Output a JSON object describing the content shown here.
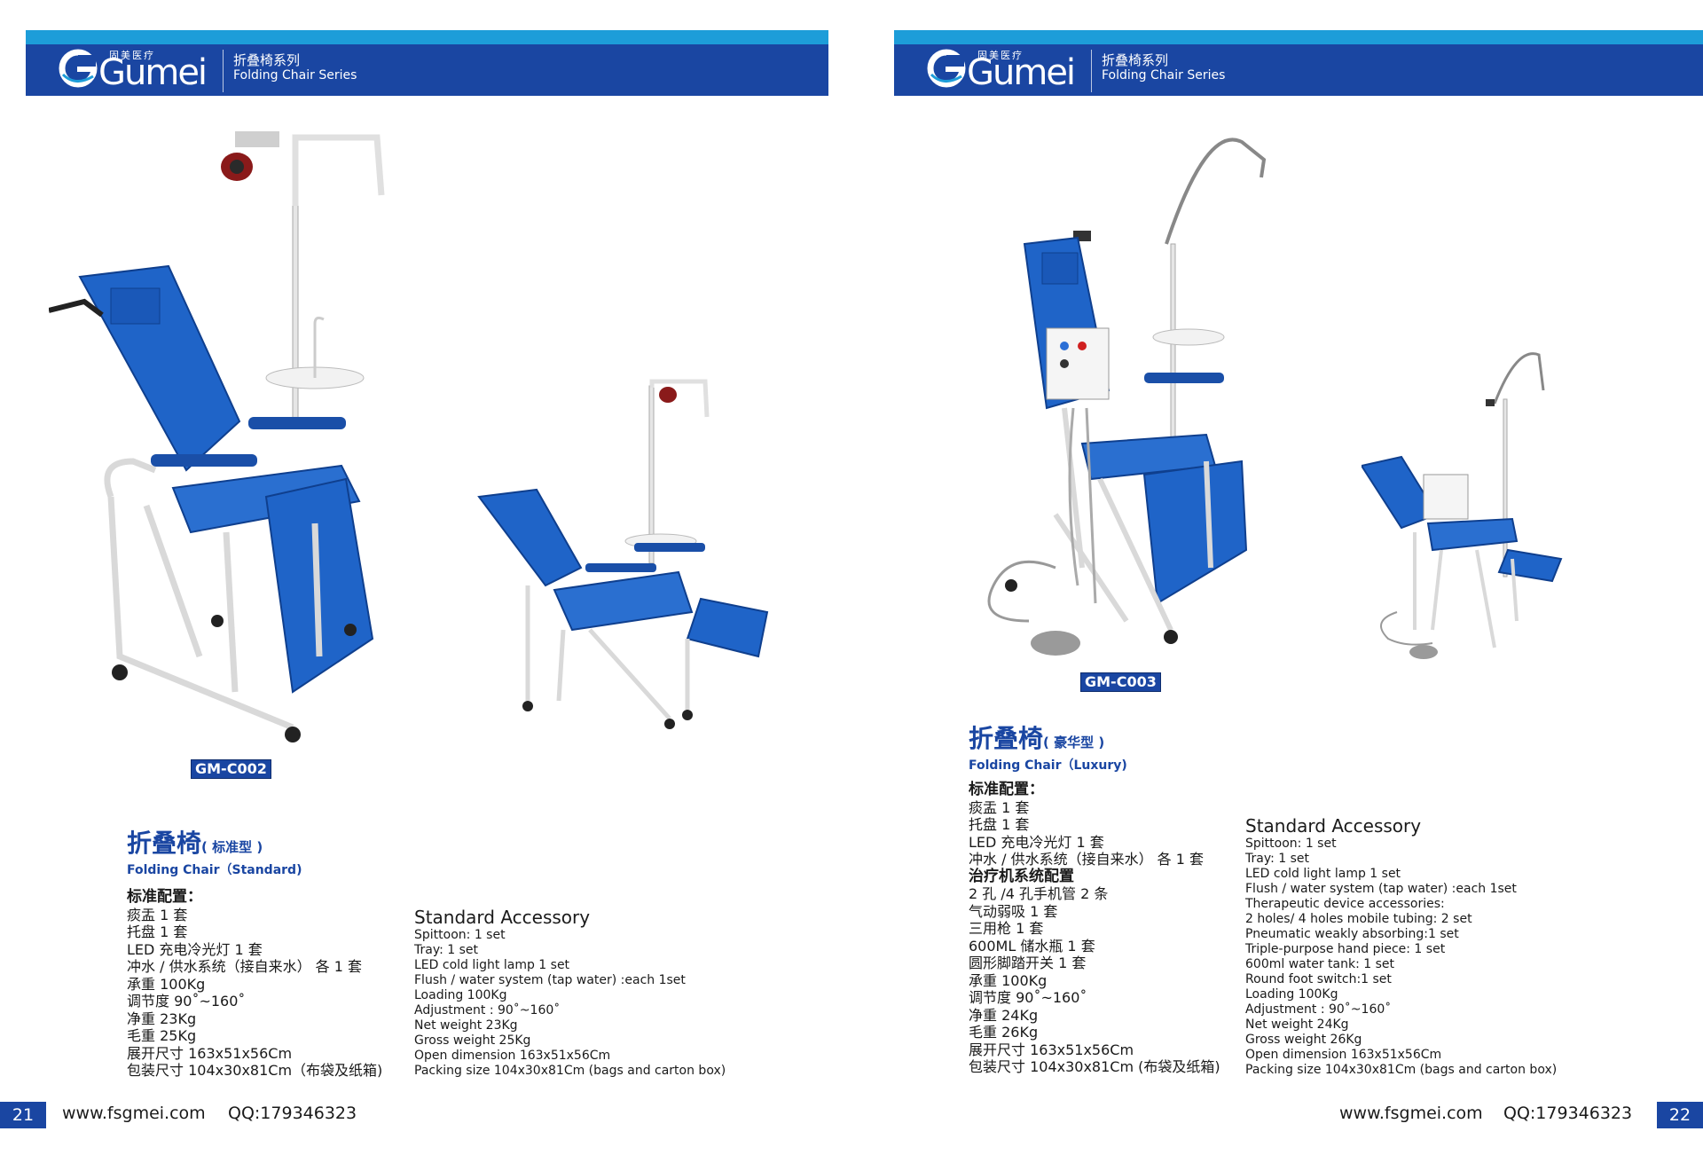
{
  "brand": {
    "wordmark": "Gumei",
    "cn_name": "固美医疗",
    "accent": "#1a46a2",
    "band": "#1d9dd9"
  },
  "left": {
    "series_cn": "折叠椅系列",
    "series_en": "Folding Chair Series",
    "model": "GM-C002",
    "title_cn": "折叠椅",
    "title_cn_sub": "( 标准型 )",
    "title_en": "Folding Chair（Standard)",
    "spec_cn": {
      "heading": "标准配置：",
      "lines": [
        "痰盂 1 套",
        "托盘 1 套",
        "LED 充电冷光灯 1 套",
        "冲水 / 供水系统（接自来水） 各 1 套",
        "承重 100Kg",
        "调节度  90˚~160˚",
        "净重 23Kg",
        "毛重 25Kg",
        "展开尺寸 163x51x56Cm",
        "包装尺寸 104x30x81Cm（布袋及纸箱)"
      ]
    },
    "spec_en": {
      "heading": "Standard Accessory",
      "lines": [
        "Spittoon: 1 set",
        "Tray: 1 set",
        "LED cold light lamp 1 set",
        "Flush / water system (tap water) :each 1set",
        "Loading 100Kg",
        "Adjustment : 90˚~160˚",
        "Net weight 23Kg",
        "Gross weight 25Kg",
        "Open dimension 163x51x56Cm",
        "Packing size 104x30x81Cm (bags and carton box)"
      ]
    },
    "page_number": "21",
    "website": "www.fsgmei.com",
    "qq": "QQ:179346323"
  },
  "right": {
    "series_cn": "折叠椅系列",
    "series_en": "Folding Chair Series",
    "model": "GM-C003",
    "title_cn": "折叠椅",
    "title_cn_sub": "( 豪华型 )",
    "title_en": "Folding Chair（Luxury)",
    "spec_cn": {
      "heading": "标准配置：",
      "lines": [
        "痰盂 1 套",
        "托盘 1 套",
        "LED 充电冷光灯 1 套",
        "冲水 / 供水系统（接自来水） 各 1 套"
      ],
      "heading2": "治疗机系统配置",
      "lines2": [
        "2 孔 /4 孔手机管 2 条",
        "气动弱吸 1 套",
        "三用枪 1 套",
        "600ML 储水瓶 1 套",
        "圆形脚踏开关 1 套",
        "承重 100Kg",
        "调节度 90˚~160˚",
        "净重 24Kg",
        "毛重 26Kg",
        "展开尺寸 163x51x56Cm",
        "包装尺寸 104x30x81Cm (布袋及纸箱)"
      ]
    },
    "spec_en": {
      "heading": "Standard Accessory",
      "lines": [
        "Spittoon: 1 set",
        "Tray: 1 set",
        "LED cold light lamp 1 set",
        "Flush / water system (tap water) :each 1set",
        "Therapeutic device accessories:",
        "2 holes/ 4 holes mobile tubing: 2 set",
        "Pneumatic weakly absorbing:1 set",
        "Triple-purpose hand piece: 1 set",
        "600ml water tank: 1 set",
        "Round foot switch:1 set",
        "Loading 100Kg",
        "Adjustment : 90˚~160˚",
        "Net weight  24Kg",
        "Gross weight 26Kg",
        "Open dimension 163x51x56Cm",
        "Packing size 104x30x81Cm (bags and carton box)"
      ]
    },
    "page_number": "22",
    "website": "www.fsgmei.com",
    "qq": "QQ:179346323"
  }
}
